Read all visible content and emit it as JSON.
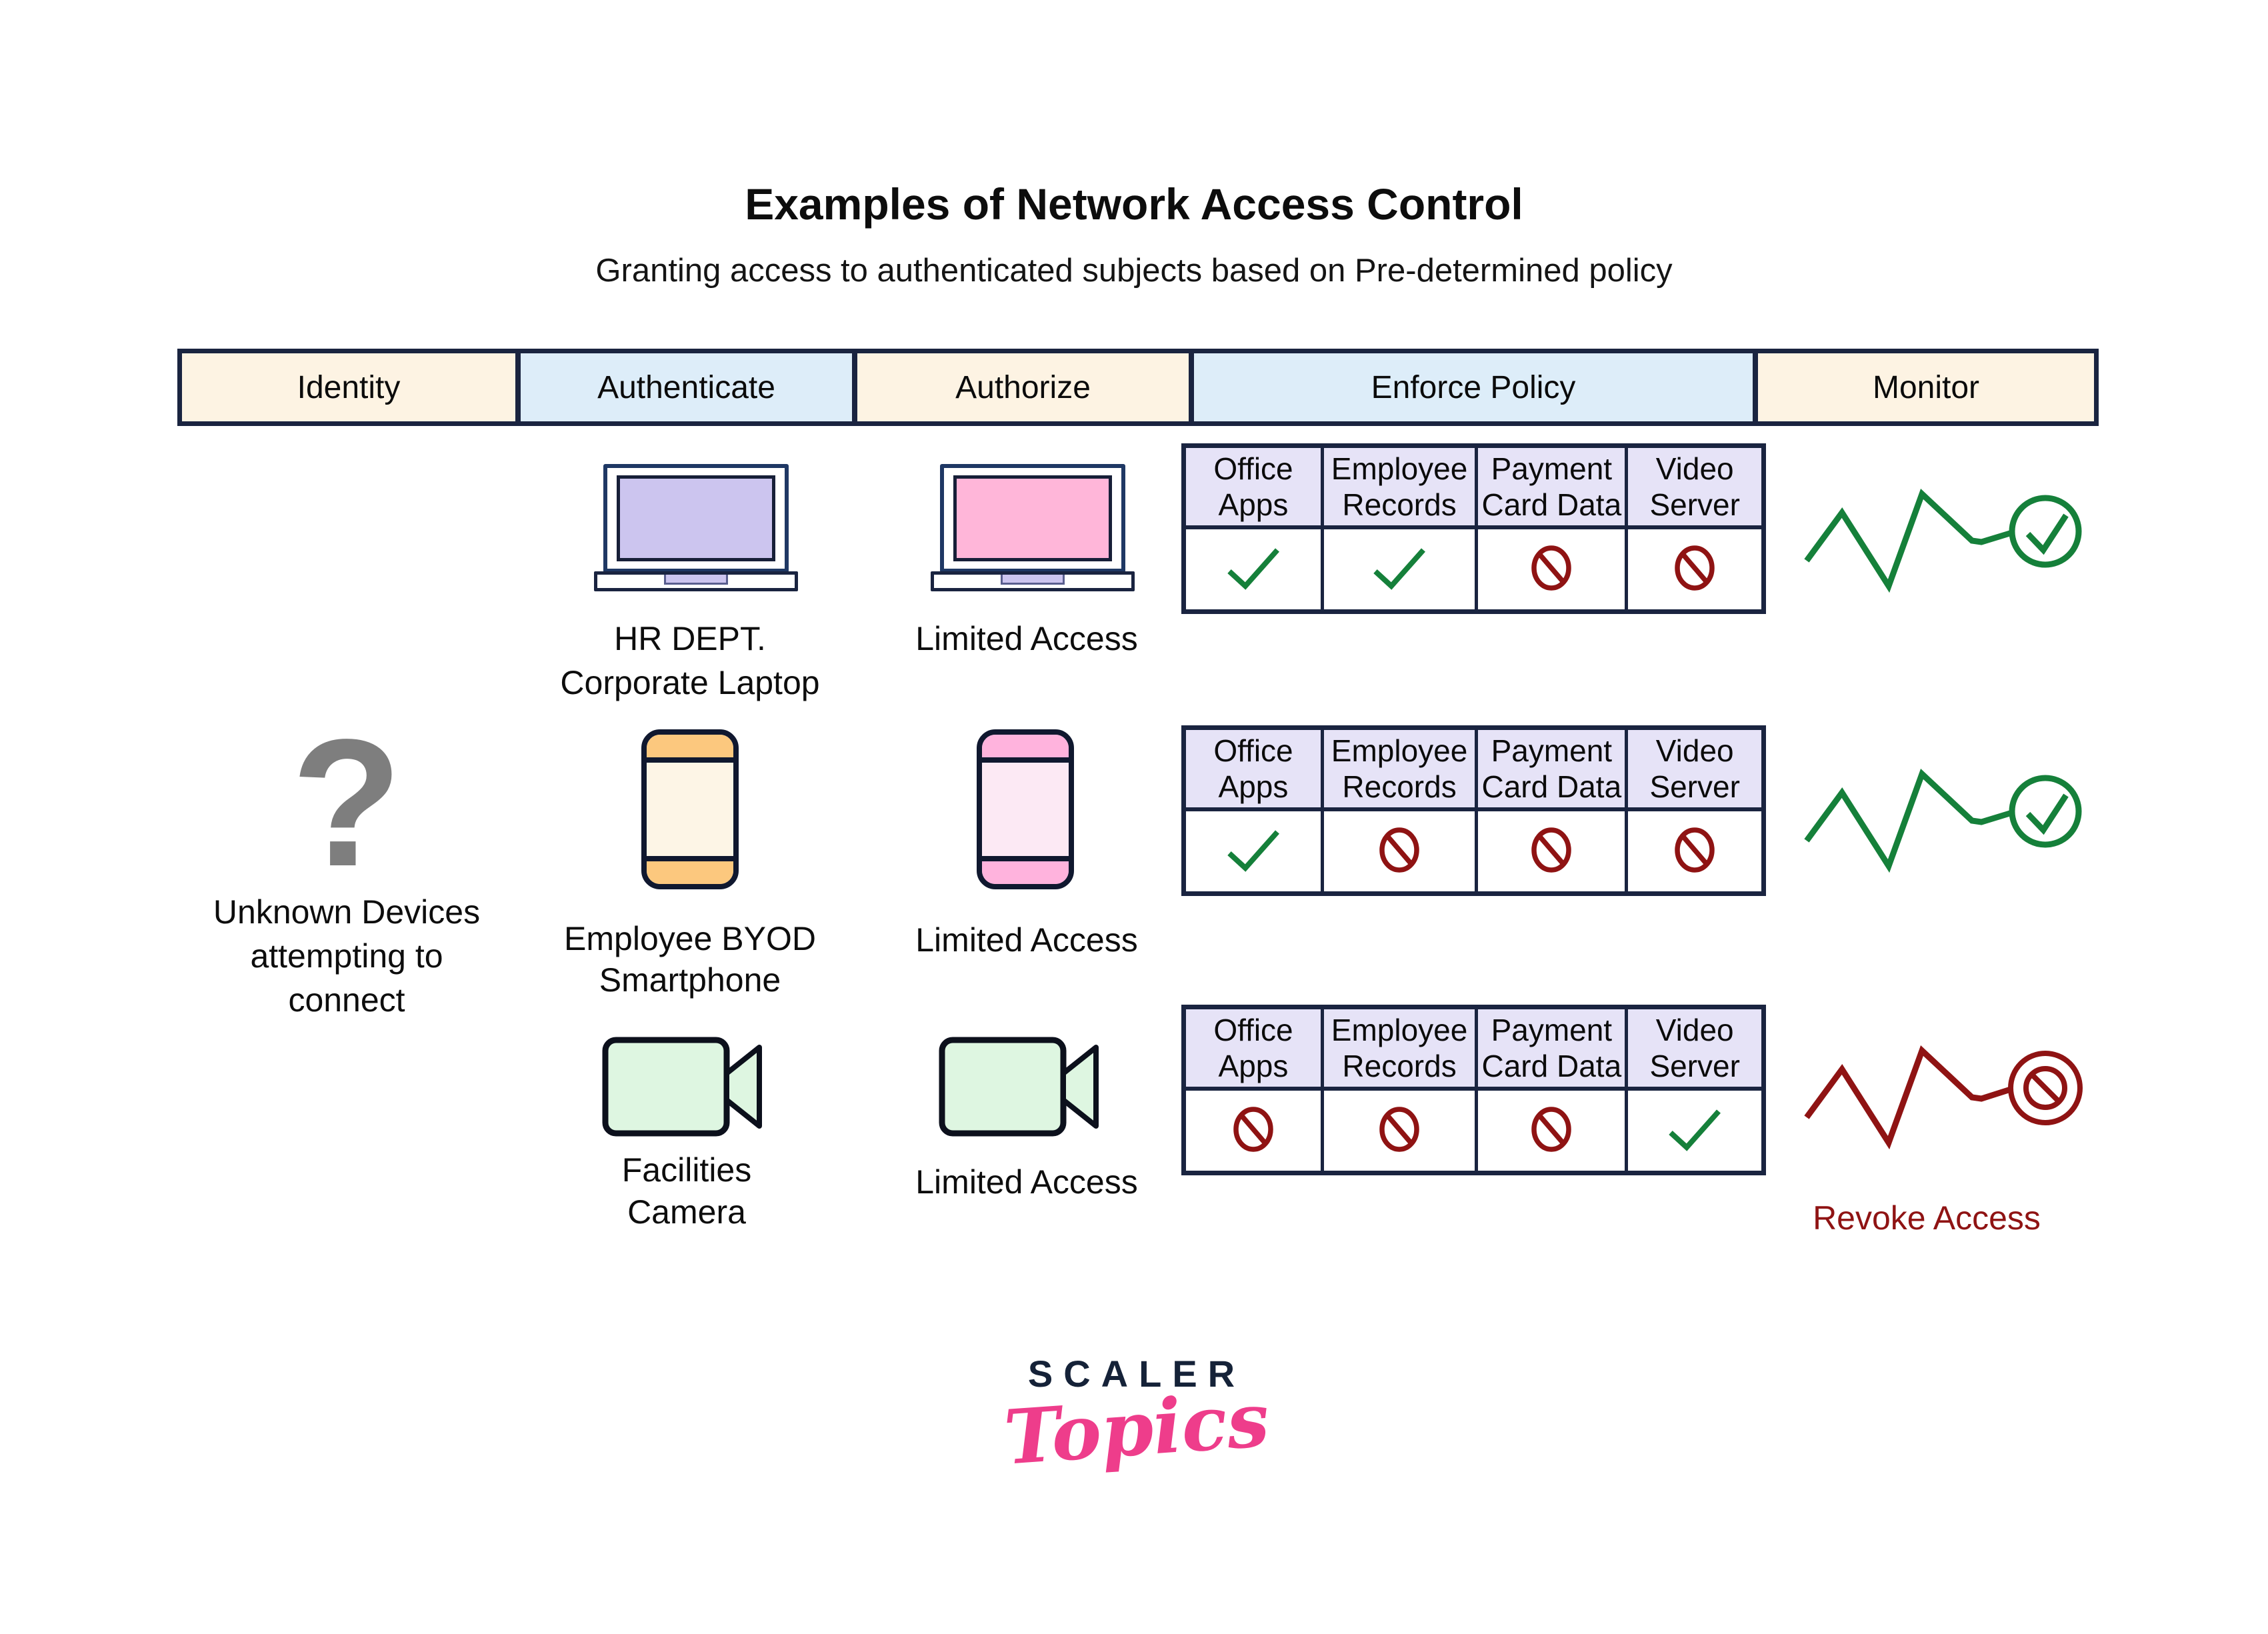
{
  "title": "Examples of Network Access Control",
  "subtitle": "Granting access to authenticated subjects based on Pre-determined policy",
  "header_columns": [
    "Identity",
    "Authenticate",
    "Authorize",
    "Enforce Policy",
    "Monitor"
  ],
  "identity": {
    "question_mark": "?",
    "label_lines": [
      "Unknown Devices",
      "attempting to",
      "connect"
    ]
  },
  "policy_headers": [
    [
      "Office",
      "Apps"
    ],
    [
      "Employee",
      "Records"
    ],
    [
      "Payment",
      "Card Data"
    ],
    [
      "Video",
      "Server"
    ]
  ],
  "rows": [
    {
      "device": "corporate-laptop",
      "authenticate_label_lines": [
        "HR DEPT.",
        "Corporate Laptop"
      ],
      "authorize_label": "Limited Access",
      "policy_values": [
        "allow",
        "allow",
        "deny",
        "deny"
      ],
      "monitor_status": "allow"
    },
    {
      "device": "byod-smartphone",
      "authenticate_label_lines": [
        "Employee BYOD",
        "Smartphone"
      ],
      "authorize_label": "Limited Access",
      "policy_values": [
        "allow",
        "deny",
        "deny",
        "deny"
      ],
      "monitor_status": "allow"
    },
    {
      "device": "facilities-camera",
      "authenticate_label_lines": [
        "Facilities",
        "Camera"
      ],
      "authorize_label": "Limited Access",
      "policy_values": [
        "deny",
        "deny",
        "deny",
        "allow"
      ],
      "monitor_status": "revoke"
    }
  ],
  "monitor_revoke_label": "Revoke Access",
  "logo": {
    "line1": "SCALER",
    "line2": "Topics"
  },
  "colors": {
    "header_cream": "#fdf3e3",
    "header_blue": "#ddedf9",
    "border_navy": "#1a2440",
    "policy_header_bg": "#e6e3f7",
    "allow_green": "#15803a",
    "deny_red": "#8f1313",
    "laptop_screen_lavender": "#ccc5ef",
    "laptop_screen_pink": "#ffb6d9",
    "phone_orange_cap": "#fcc87e",
    "phone_cream_body": "#fdf5e6",
    "phone_pink_cap": "#ffb3dd",
    "phone_pale_pink_body": "#fce9f4",
    "camera_green": "#def6e1",
    "question_gray": "#7e7e7e",
    "logo_navy": "#152238",
    "logo_pink": "#ee3d8b"
  }
}
